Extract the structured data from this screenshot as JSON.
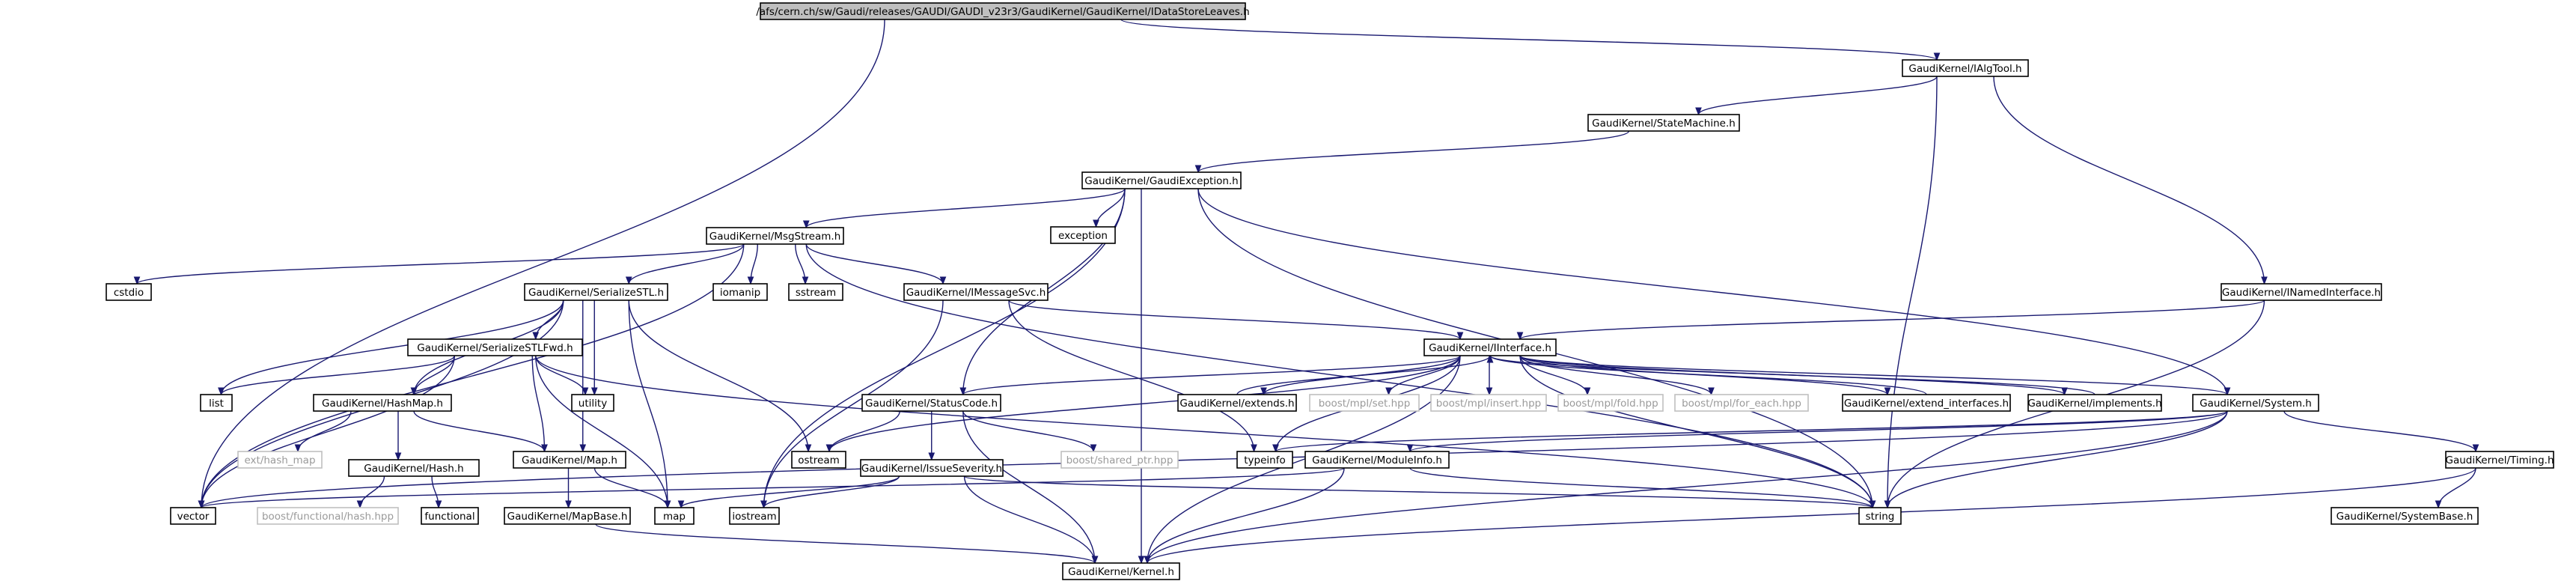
{
  "diagram": {
    "title": "/afs/cern.ch/sw/Gaudi/releases/GAUDI/GAUDI_v23r3/GaudiKernel/GaudiKernel/IDataStoreLeaves.h",
    "colors": {
      "edge": "#191970",
      "root_fill": "#bfbfbf",
      "external_stroke": "#bfbfbf",
      "external_text": "#9a9a9a"
    },
    "nodes": [
      {
        "id": "root",
        "label": "/afs/cern.ch/sw/Gaudi/releases/GAUDI/GAUDI_v23r3/GaudiKernel/GaudiKernel/IDataStoreLeaves.h",
        "kind": "root"
      },
      {
        "id": "ialgtool",
        "label": "GaudiKernel/IAlgTool.h",
        "kind": "file"
      },
      {
        "id": "statemachine",
        "label": "GaudiKernel/StateMachine.h",
        "kind": "file"
      },
      {
        "id": "gaudiexception",
        "label": "GaudiKernel/GaudiException.h",
        "kind": "file"
      },
      {
        "id": "msgstream",
        "label": "GaudiKernel/MsgStream.h",
        "kind": "file"
      },
      {
        "id": "exception",
        "label": "exception",
        "kind": "file"
      },
      {
        "id": "cstdio",
        "label": "cstdio",
        "kind": "file"
      },
      {
        "id": "serializestl",
        "label": "GaudiKernel/SerializeSTL.h",
        "kind": "file"
      },
      {
        "id": "iomanip",
        "label": "iomanip",
        "kind": "file"
      },
      {
        "id": "sstream",
        "label": "sstream",
        "kind": "file"
      },
      {
        "id": "imessagesvc",
        "label": "GaudiKernel/IMessageSvc.h",
        "kind": "file"
      },
      {
        "id": "inamedinterface",
        "label": "GaudiKernel/INamedInterface.h",
        "kind": "file"
      },
      {
        "id": "serializestlfwd",
        "label": "GaudiKernel/SerializeSTLFwd.h",
        "kind": "file"
      },
      {
        "id": "utility",
        "label": "utility",
        "kind": "file"
      },
      {
        "id": "iinterface",
        "label": "GaudiKernel/IInterface.h",
        "kind": "file"
      },
      {
        "id": "list",
        "label": "list",
        "kind": "file"
      },
      {
        "id": "hashmap",
        "label": "GaudiKernel/HashMap.h",
        "kind": "file"
      },
      {
        "id": "statuscode",
        "label": "GaudiKernel/StatusCode.h",
        "kind": "file"
      },
      {
        "id": "extends",
        "label": "GaudiKernel/extends.h",
        "kind": "file"
      },
      {
        "id": "mplset",
        "label": "boost/mpl/set.hpp",
        "kind": "external"
      },
      {
        "id": "mplinsert",
        "label": "boost/mpl/insert.hpp",
        "kind": "external"
      },
      {
        "id": "mplfold",
        "label": "boost/mpl/fold.hpp",
        "kind": "external"
      },
      {
        "id": "mplforeach",
        "label": "boost/mpl/for_each.hpp",
        "kind": "external"
      },
      {
        "id": "extendinterfaces",
        "label": "GaudiKernel/extend_interfaces.h",
        "kind": "file"
      },
      {
        "id": "implements",
        "label": "GaudiKernel/implements.h",
        "kind": "file"
      },
      {
        "id": "system",
        "label": "GaudiKernel/System.h",
        "kind": "file"
      },
      {
        "id": "exthashmap",
        "label": "ext/hash_map",
        "kind": "external"
      },
      {
        "id": "map_h",
        "label": "GaudiKernel/Map.h",
        "kind": "file"
      },
      {
        "id": "ostream",
        "label": "ostream",
        "kind": "file"
      },
      {
        "id": "boostsharedptr",
        "label": "boost/shared_ptr.hpp",
        "kind": "external"
      },
      {
        "id": "typeinfo",
        "label": "typeinfo",
        "kind": "file"
      },
      {
        "id": "moduleinfo",
        "label": "GaudiKernel/ModuleInfo.h",
        "kind": "file"
      },
      {
        "id": "timing",
        "label": "GaudiKernel/Timing.h",
        "kind": "file"
      },
      {
        "id": "hash_h",
        "label": "GaudiKernel/Hash.h",
        "kind": "file"
      },
      {
        "id": "issueseverity",
        "label": "GaudiKernel/IssueSeverity.h",
        "kind": "file"
      },
      {
        "id": "boostfunctionalhash",
        "label": "boost/functional/hash.hpp",
        "kind": "external"
      },
      {
        "id": "functional",
        "label": "functional",
        "kind": "file"
      },
      {
        "id": "mapbase",
        "label": "GaudiKernel/MapBase.h",
        "kind": "file"
      },
      {
        "id": "map",
        "label": "map",
        "kind": "file"
      },
      {
        "id": "iostream",
        "label": "iostream",
        "kind": "file"
      },
      {
        "id": "string",
        "label": "string",
        "kind": "file"
      },
      {
        "id": "vector",
        "label": "vector",
        "kind": "file"
      },
      {
        "id": "systembase",
        "label": "GaudiKernel/SystemBase.h",
        "kind": "file"
      },
      {
        "id": "kernel",
        "label": "GaudiKernel/Kernel.h",
        "kind": "file"
      }
    ],
    "edges": [
      [
        "root",
        "ialgtool"
      ],
      [
        "root",
        "vector"
      ],
      [
        "ialgtool",
        "statemachine"
      ],
      [
        "ialgtool",
        "inamedinterface"
      ],
      [
        "ialgtool",
        "string"
      ],
      [
        "statemachine",
        "gaudiexception"
      ],
      [
        "gaudiexception",
        "msgstream"
      ],
      [
        "gaudiexception",
        "exception"
      ],
      [
        "gaudiexception",
        "statuscode"
      ],
      [
        "gaudiexception",
        "system"
      ],
      [
        "gaudiexception",
        "iostream"
      ],
      [
        "gaudiexception",
        "string"
      ],
      [
        "gaudiexception",
        "kernel"
      ],
      [
        "msgstream",
        "cstdio"
      ],
      [
        "msgstream",
        "serializestl"
      ],
      [
        "msgstream",
        "iomanip"
      ],
      [
        "msgstream",
        "sstream"
      ],
      [
        "msgstream",
        "imessagesvc"
      ],
      [
        "msgstream",
        "vector"
      ],
      [
        "msgstream",
        "string"
      ],
      [
        "serializestl",
        "serializestlfwd"
      ],
      [
        "serializestl",
        "utility"
      ],
      [
        "serializestl",
        "list"
      ],
      [
        "serializestl",
        "hashmap"
      ],
      [
        "serializestl",
        "map_h"
      ],
      [
        "serializestl",
        "ostream"
      ],
      [
        "serializestl",
        "map"
      ],
      [
        "serializestl",
        "vector"
      ],
      [
        "imessagesvc",
        "iinterface"
      ],
      [
        "imessagesvc",
        "typeinfo"
      ],
      [
        "imessagesvc",
        "iostream"
      ],
      [
        "inamedinterface",
        "iinterface"
      ],
      [
        "inamedinterface",
        "string"
      ],
      [
        "serializestlfwd",
        "utility"
      ],
      [
        "serializestlfwd",
        "list"
      ],
      [
        "serializestlfwd",
        "hashmap"
      ],
      [
        "serializestlfwd",
        "map_h"
      ],
      [
        "serializestlfwd",
        "map"
      ],
      [
        "serializestlfwd",
        "vector"
      ],
      [
        "serializestlfwd",
        "string"
      ],
      [
        "iinterface",
        "statuscode"
      ],
      [
        "iinterface",
        "extends"
      ],
      [
        "iinterface",
        "mplset"
      ],
      [
        "iinterface",
        "mplinsert"
      ],
      [
        "iinterface",
        "mplfold"
      ],
      [
        "iinterface",
        "mplforeach"
      ],
      [
        "iinterface",
        "extendinterfaces"
      ],
      [
        "iinterface",
        "implements"
      ],
      [
        "iinterface",
        "system"
      ],
      [
        "iinterface",
        "ostream"
      ],
      [
        "iinterface",
        "typeinfo"
      ],
      [
        "iinterface",
        "kernel"
      ],
      [
        "iinterface",
        "string"
      ],
      [
        "extends",
        "iinterface"
      ],
      [
        "extendinterfaces",
        "iinterface"
      ],
      [
        "implements",
        "iinterface"
      ],
      [
        "hashmap",
        "exthashmap"
      ],
      [
        "hashmap",
        "hash_h"
      ],
      [
        "hashmap",
        "map_h"
      ],
      [
        "hash_h",
        "boostfunctionalhash"
      ],
      [
        "hash_h",
        "functional"
      ],
      [
        "map_h",
        "mapbase"
      ],
      [
        "map_h",
        "map"
      ],
      [
        "mapbase",
        "kernel"
      ],
      [
        "statuscode",
        "ostream"
      ],
      [
        "statuscode",
        "issueseverity"
      ],
      [
        "statuscode",
        "boostsharedptr"
      ],
      [
        "statuscode",
        "kernel"
      ],
      [
        "issueseverity",
        "map"
      ],
      [
        "issueseverity",
        "iostream"
      ],
      [
        "issueseverity",
        "string"
      ],
      [
        "issueseverity",
        "kernel"
      ],
      [
        "system",
        "typeinfo"
      ],
      [
        "system",
        "moduleinfo"
      ],
      [
        "system",
        "timing"
      ],
      [
        "system",
        "vector"
      ],
      [
        "system",
        "string"
      ],
      [
        "system",
        "kernel"
      ],
      [
        "moduleinfo",
        "kernel"
      ],
      [
        "moduleinfo",
        "string"
      ],
      [
        "moduleinfo",
        "vector"
      ],
      [
        "timing",
        "systembase"
      ],
      [
        "timing",
        "kernel"
      ]
    ]
  }
}
